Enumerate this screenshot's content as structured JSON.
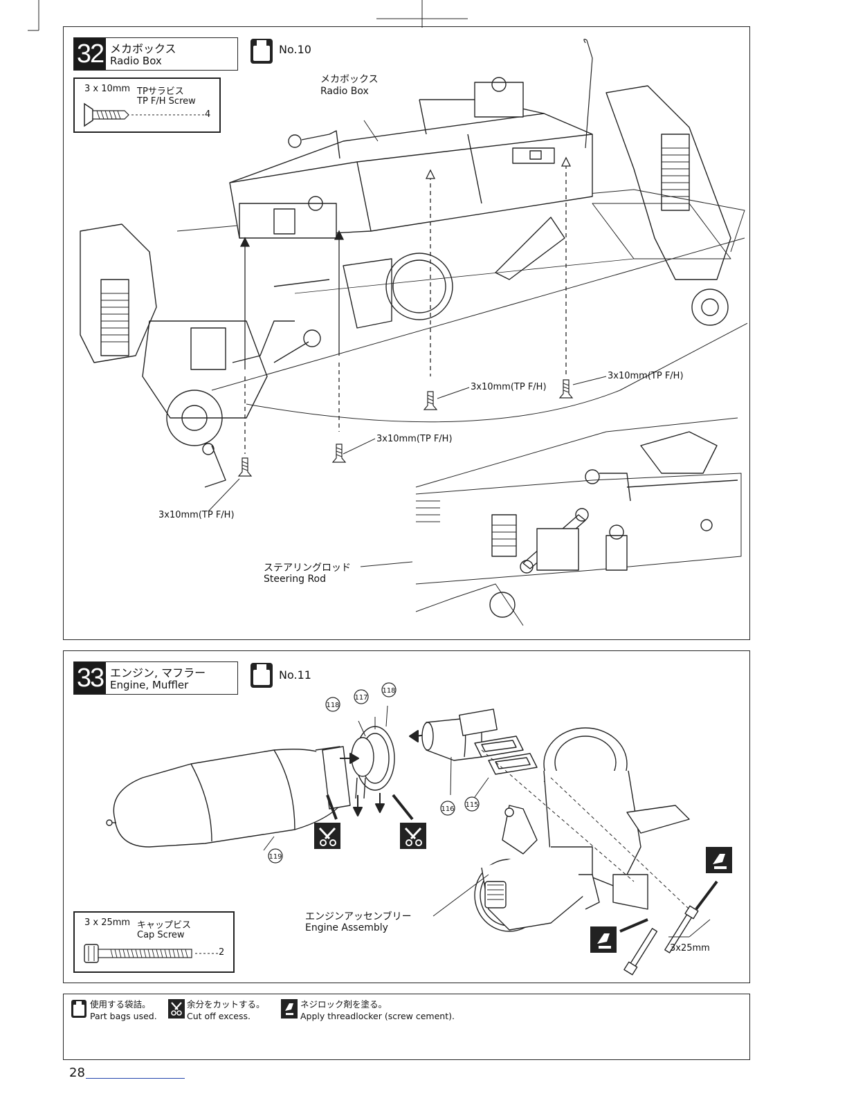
{
  "step32": {
    "number": "32",
    "title_jp": "メカボックス",
    "title_en": "Radio Box",
    "bag": "No.10",
    "parts": {
      "size": "3 x 10mm",
      "name_jp": "TPサラビス",
      "name_en": "TP F/H Screw",
      "qty": "4"
    },
    "labels": {
      "radio_box_jp": "メカボックス",
      "radio_box_en": "Radio Box",
      "screw_1": "3x10mm(TP F/H)",
      "screw_2": "3x10mm(TP F/H)",
      "screw_3": "3x10mm(TP F/H)",
      "screw_4": "3x10mm(TP F/H)",
      "steering_rod_jp": "ステアリングロッド",
      "steering_rod_en": "Steering Rod"
    }
  },
  "step33": {
    "number": "33",
    "title_jp": "エンジン, マフラー",
    "title_en": "Engine, Muffler",
    "bag": "No.11",
    "parts": {
      "size": "3 x 25mm",
      "name_jp": "キャップビス",
      "name_en": "Cap Screw",
      "qty": "2"
    },
    "callouts": [
      "118",
      "117",
      "118",
      "116",
      "115",
      "119"
    ],
    "labels": {
      "engine_jp": "エンジンアッセンブリー",
      "engine_en": "Engine Assembly",
      "screw": "3x25mm"
    }
  },
  "legend": {
    "bag_jp": "使用する袋詰。",
    "bag_en": "Part bags used.",
    "cut_jp": "余分をカットする。",
    "cut_en": "Cut off excess.",
    "lock_jp": "ネジロック剤を塗る。",
    "lock_en": "Apply threadlocker (screw cement)."
  },
  "page_number": "28"
}
